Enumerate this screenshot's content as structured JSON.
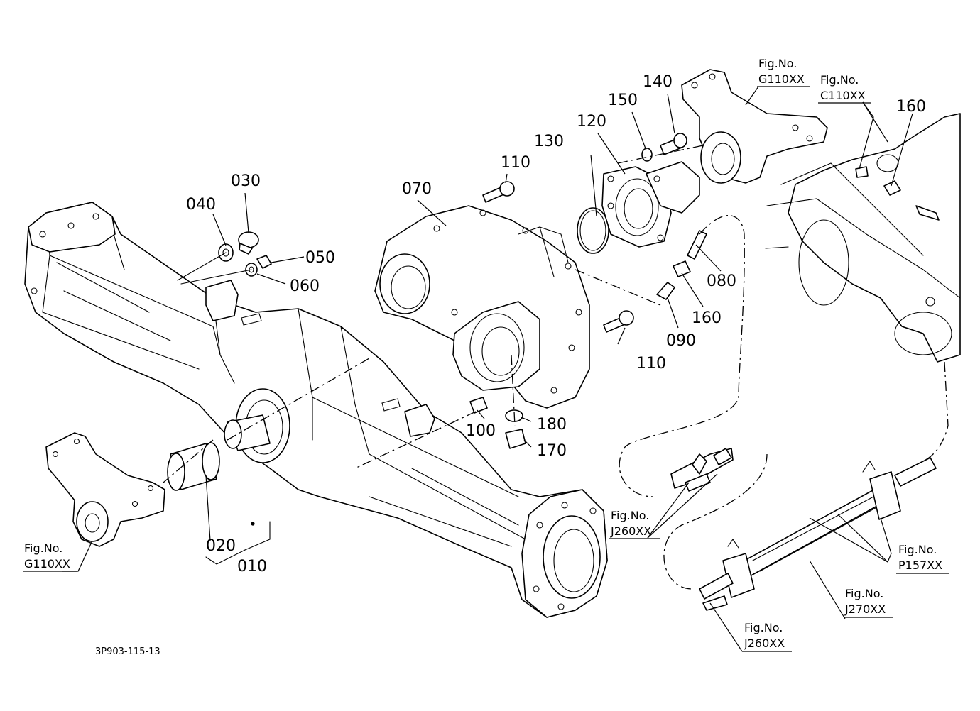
{
  "drawing_code": "3P903-115-13",
  "colors": {
    "line": "#000000",
    "background": "#ffffff"
  },
  "part_labels": [
    {
      "id": "010",
      "text": "010"
    },
    {
      "id": "020",
      "text": "020"
    },
    {
      "id": "030",
      "text": "030"
    },
    {
      "id": "040",
      "text": "040"
    },
    {
      "id": "050",
      "text": "050"
    },
    {
      "id": "060",
      "text": "060"
    },
    {
      "id": "070",
      "text": "070"
    },
    {
      "id": "080",
      "text": "080"
    },
    {
      "id": "090",
      "text": "090"
    },
    {
      "id": "100",
      "text": "100"
    },
    {
      "id": "110a",
      "text": "110"
    },
    {
      "id": "110b",
      "text": "110"
    },
    {
      "id": "120",
      "text": "120"
    },
    {
      "id": "130",
      "text": "130"
    },
    {
      "id": "140",
      "text": "140"
    },
    {
      "id": "150",
      "text": "150"
    },
    {
      "id": "160a",
      "text": "160"
    },
    {
      "id": "160b",
      "text": "160"
    },
    {
      "id": "170",
      "text": "170"
    },
    {
      "id": "180",
      "text": "180"
    }
  ],
  "figure_refs": [
    {
      "id": "g110-top",
      "caption": "Fig.No.",
      "number": "G110XX"
    },
    {
      "id": "c110",
      "caption": "Fig.No.",
      "number": "C110XX"
    },
    {
      "id": "g110-left",
      "caption": "Fig.No.",
      "number": "G110XX"
    },
    {
      "id": "j260-mid",
      "caption": "Fig.No.",
      "number": "J260XX"
    },
    {
      "id": "p157",
      "caption": "Fig.No.",
      "number": "P157XX"
    },
    {
      "id": "j270",
      "caption": "Fig.No.",
      "number": "J270XX"
    },
    {
      "id": "j260-bottom",
      "caption": "Fig.No.",
      "number": "J260XX"
    }
  ]
}
